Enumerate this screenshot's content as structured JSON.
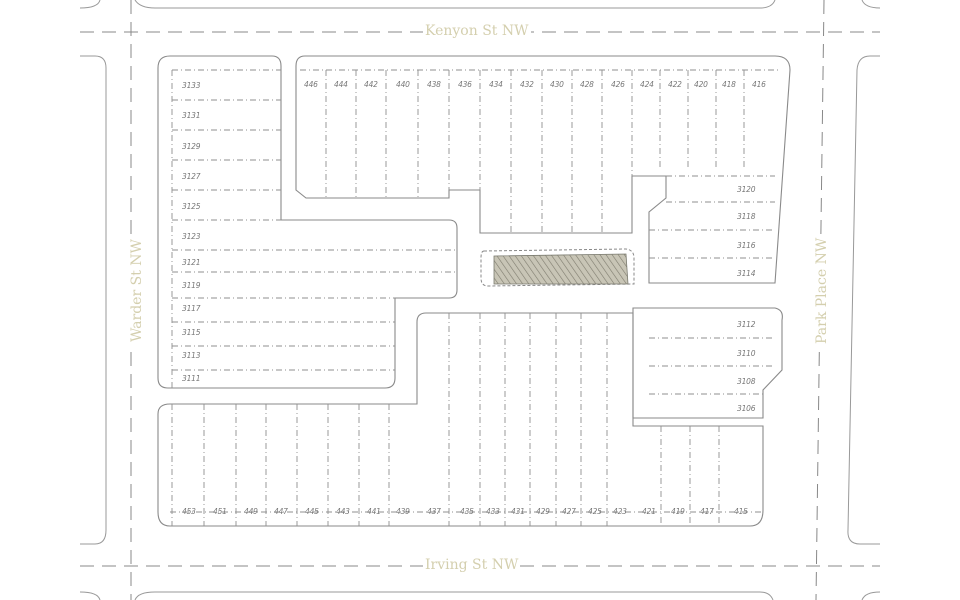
{
  "streets": {
    "top": "Kenyon St NW",
    "bottom": "Irving St NW",
    "left": "Warder St NW",
    "right": "Park Place NW"
  },
  "lots": {
    "top_row": [
      "446",
      "444",
      "442",
      "440",
      "438",
      "436",
      "434",
      "432",
      "430",
      "428",
      "426",
      "424",
      "422",
      "420",
      "418",
      "416"
    ],
    "left_column": [
      "3133",
      "3131",
      "3129",
      "3127",
      "3125",
      "3123",
      "3121",
      "3119",
      "3117",
      "3115",
      "3113",
      "3111"
    ],
    "right_upper": [
      "3120",
      "3118",
      "3116",
      "3114"
    ],
    "right_lower": [
      "3112",
      "3110",
      "3108",
      "3106"
    ],
    "bottom_row": [
      "453",
      "451",
      "449",
      "447",
      "445",
      "443",
      "441",
      "439",
      "437",
      "435",
      "433",
      "431",
      "429",
      "427",
      "425",
      "423",
      "421",
      "419",
      "417",
      "415"
    ]
  },
  "colors": {
    "street_label": "#d4cfae",
    "lines": "#9a9a9a",
    "building_fill": "#b9b6a6"
  }
}
